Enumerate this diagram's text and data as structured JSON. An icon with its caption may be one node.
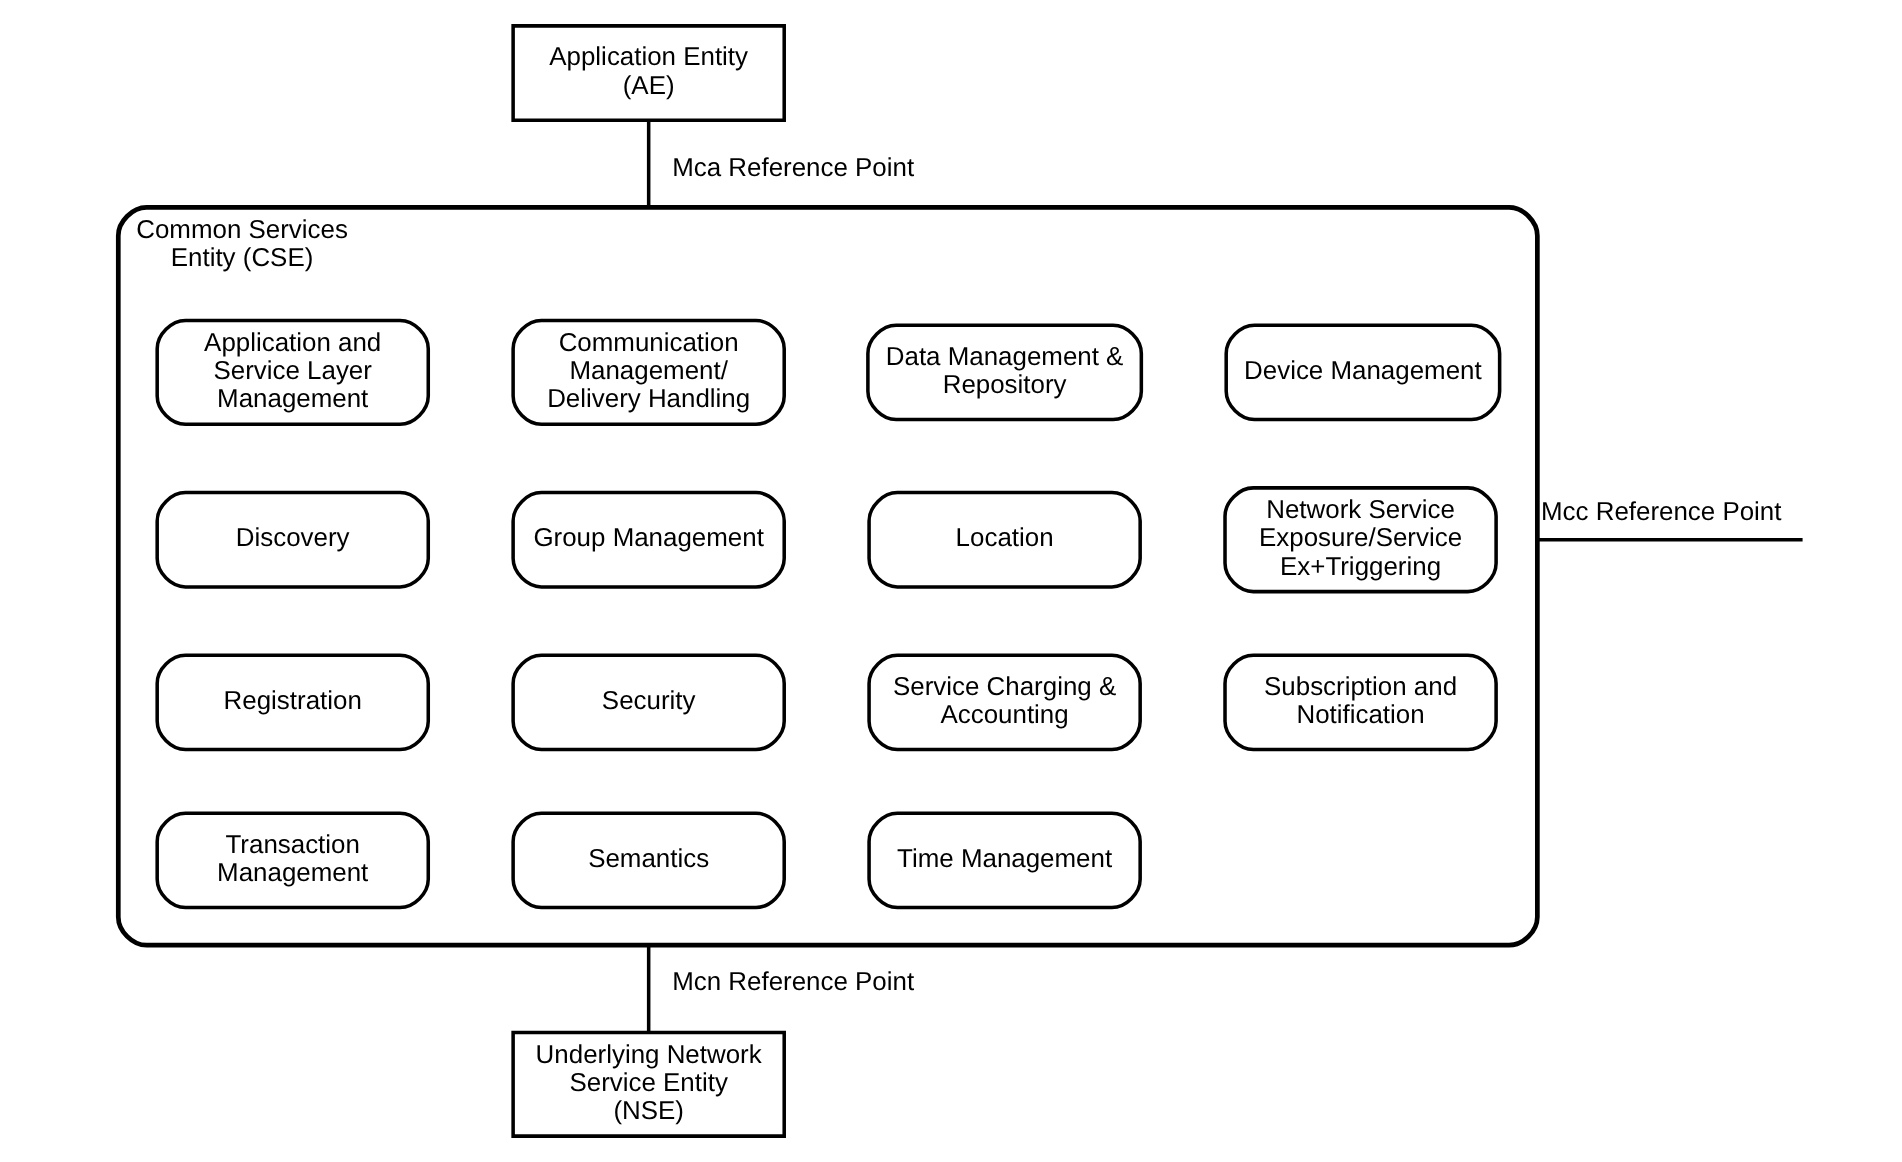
{
  "diagram": {
    "nodes": [
      {
        "text": [
          "Application Entity (AE)"
        ]
      },
      {
        "text": [
          "Common Services Entity (CSE)"
        ]
      },
      {
        "text": [
          "Application and Service Layer Management"
        ],
        "in": 1
      },
      {
        "text": [
          "Communication Management/ Delivery Handling"
        ],
        "in": 1
      },
      {
        "text": [
          "Data Management & Repository"
        ],
        "in": 1
      },
      {
        "text": [
          "Device Management"
        ],
        "in": 1
      },
      {
        "text": [
          "Discovery"
        ],
        "in": 1
      },
      {
        "text": [
          "Group Management"
        ],
        "in": 1
      },
      {
        "text": [
          "Location"
        ],
        "in": 1
      },
      {
        "text": [
          "Network Service Exposure/Service Ex+Triggering"
        ],
        "in": 1
      },
      {
        "text": [
          "Registration"
        ],
        "in": 1
      },
      {
        "text": [
          "Security"
        ],
        "in": 1
      },
      {
        "text": [
          "Service Charging & Accounting"
        ],
        "in": 1
      },
      {
        "text": [
          "Subscription and Notification"
        ],
        "in": 1
      },
      {
        "text": [
          "Transaction Management"
        ],
        "in": 1
      },
      {
        "text": [
          "Semantics"
        ],
        "in": 1
      },
      {
        "text": [
          "Time Management"
        ],
        "in": 1
      },
      {
        "text": [
          "Underlying Network Service Entity (NSE)"
        ]
      }
    ],
    "edges": [
      {
        "from": 0,
        "to": 1,
        "arrow": "none",
        "label": "Mca Reference Point"
      },
      {
        "from": 1,
        "to": null,
        "arrow": "none",
        "label": "Mcc Reference Point"
      },
      {
        "from": 1,
        "to": 17,
        "arrow": "none",
        "label": "Mcn Reference Point"
      }
    ]
  }
}
